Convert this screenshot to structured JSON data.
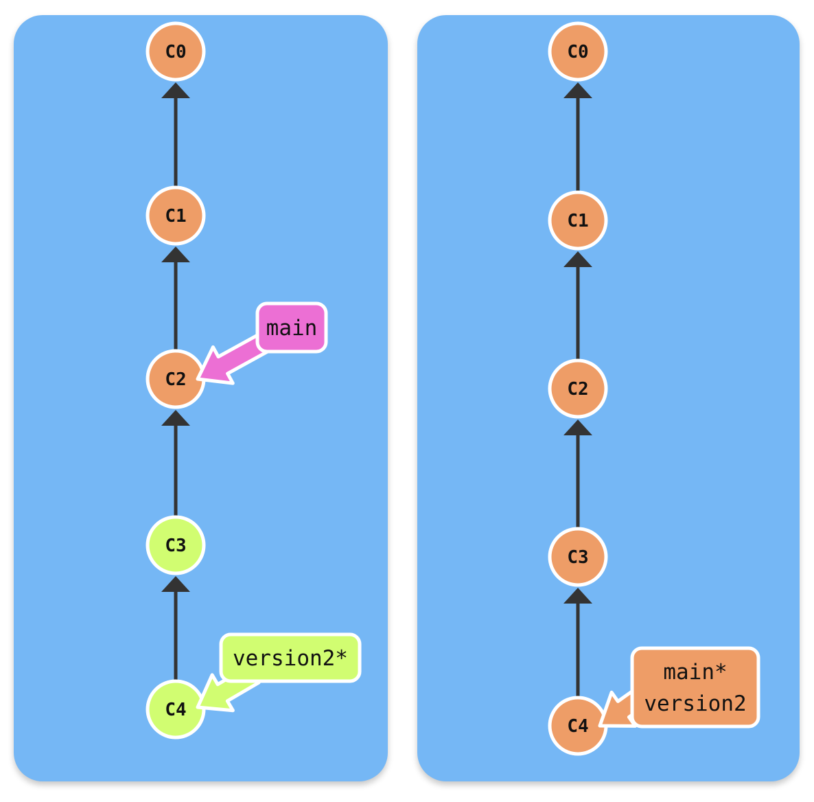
{
  "colors": {
    "background": "#75b7f5",
    "edge": "#333333",
    "committed": "#ee9d67",
    "new_commit": "#d1fd71",
    "main_branch_left": "#ec6fd4",
    "node_border": "#ffffff"
  },
  "panels": [
    {
      "name": "before",
      "commits": [
        {
          "id": "C0",
          "label": "C0",
          "fill": "#ee9d67"
        },
        {
          "id": "C1",
          "label": "C1",
          "fill": "#ee9d67"
        },
        {
          "id": "C2",
          "label": "C2",
          "fill": "#ee9d67"
        },
        {
          "id": "C3",
          "label": "C3",
          "fill": "#d1fd71"
        },
        {
          "id": "C4",
          "label": "C4",
          "fill": "#d1fd71"
        }
      ],
      "edges": [
        {
          "from": "C1",
          "to": "C0"
        },
        {
          "from": "C2",
          "to": "C1"
        },
        {
          "from": "C3",
          "to": "C2"
        },
        {
          "from": "C4",
          "to": "C3"
        }
      ],
      "branches": [
        {
          "lines": [
            "main"
          ],
          "target": "C2",
          "fill": "#ec6fd4"
        },
        {
          "lines": [
            "version2*"
          ],
          "target": "C4",
          "fill": "#d1fd71"
        }
      ]
    },
    {
      "name": "after",
      "commits": [
        {
          "id": "C0",
          "label": "C0",
          "fill": "#ee9d67"
        },
        {
          "id": "C1",
          "label": "C1",
          "fill": "#ee9d67"
        },
        {
          "id": "C2",
          "label": "C2",
          "fill": "#ee9d67"
        },
        {
          "id": "C3",
          "label": "C3",
          "fill": "#ee9d67"
        },
        {
          "id": "C4",
          "label": "C4",
          "fill": "#ee9d67"
        }
      ],
      "edges": [
        {
          "from": "C1",
          "to": "C0"
        },
        {
          "from": "C2",
          "to": "C1"
        },
        {
          "from": "C3",
          "to": "C2"
        },
        {
          "from": "C4",
          "to": "C3"
        }
      ],
      "branches": [
        {
          "lines": [
            "main*",
            "version2"
          ],
          "target": "C4",
          "fill": "#ee9d67"
        }
      ]
    }
  ]
}
